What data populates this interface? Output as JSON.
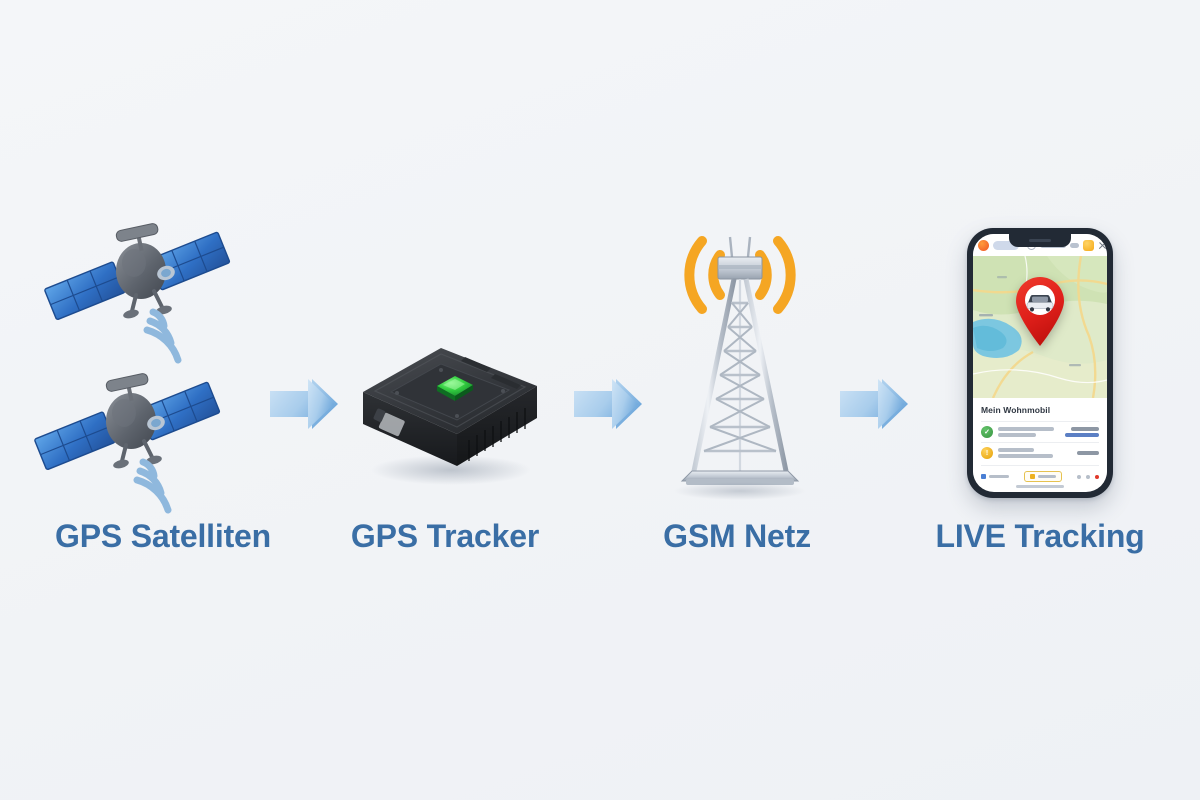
{
  "page": {
    "background_color": "#f2f4f7",
    "label_color": "#3a6ea5"
  },
  "flow": {
    "stages": [
      {
        "id": "gps-satellites",
        "label": "GPS Satelliten",
        "icon": "satellite-icon",
        "signal_color": "#8fb8dd"
      },
      {
        "id": "gps-tracker",
        "label": "GPS Tracker",
        "icon": "gps-tracker-device-icon",
        "led_color": "#2fbf3f"
      },
      {
        "id": "gsm-network",
        "label": "GSM Netz",
        "icon": "cell-tower-icon",
        "signal_color": "#f5a623"
      },
      {
        "id": "live-tracking",
        "label": "LIVE Tracking",
        "icon": "smartphone-icon",
        "pin_color": "#e0231f"
      }
    ],
    "arrows": [
      {
        "id": "arrow-1",
        "icon": "arrow-right-icon",
        "color": "#9cc6e8"
      },
      {
        "id": "arrow-2",
        "icon": "arrow-right-icon",
        "color": "#9cc6e8"
      },
      {
        "id": "arrow-3",
        "icon": "arrow-right-icon",
        "color": "#9cc6e8"
      }
    ]
  },
  "phone_app": {
    "app_bar": {
      "logo_icon": "app-logo-icon",
      "search_icon": "search-icon",
      "notification_icon": "bell-badge-icon",
      "close_icon": "close-icon"
    },
    "map": {
      "pin_icon": "map-pin-vehicle-icon",
      "vehicle_icon": "car-icon"
    },
    "card": {
      "title": "Mein Wohnmobil",
      "rows": [
        {
          "icon": "status-ok-icon",
          "status_color": "#3f9b48"
        },
        {
          "icon": "status-warning-icon",
          "status_color": "#e8a814"
        }
      ],
      "actions": {
        "link_icon": "details-link-icon",
        "button_icon": "action-button-icon",
        "alert_icon": "alert-dot-icon"
      }
    }
  }
}
